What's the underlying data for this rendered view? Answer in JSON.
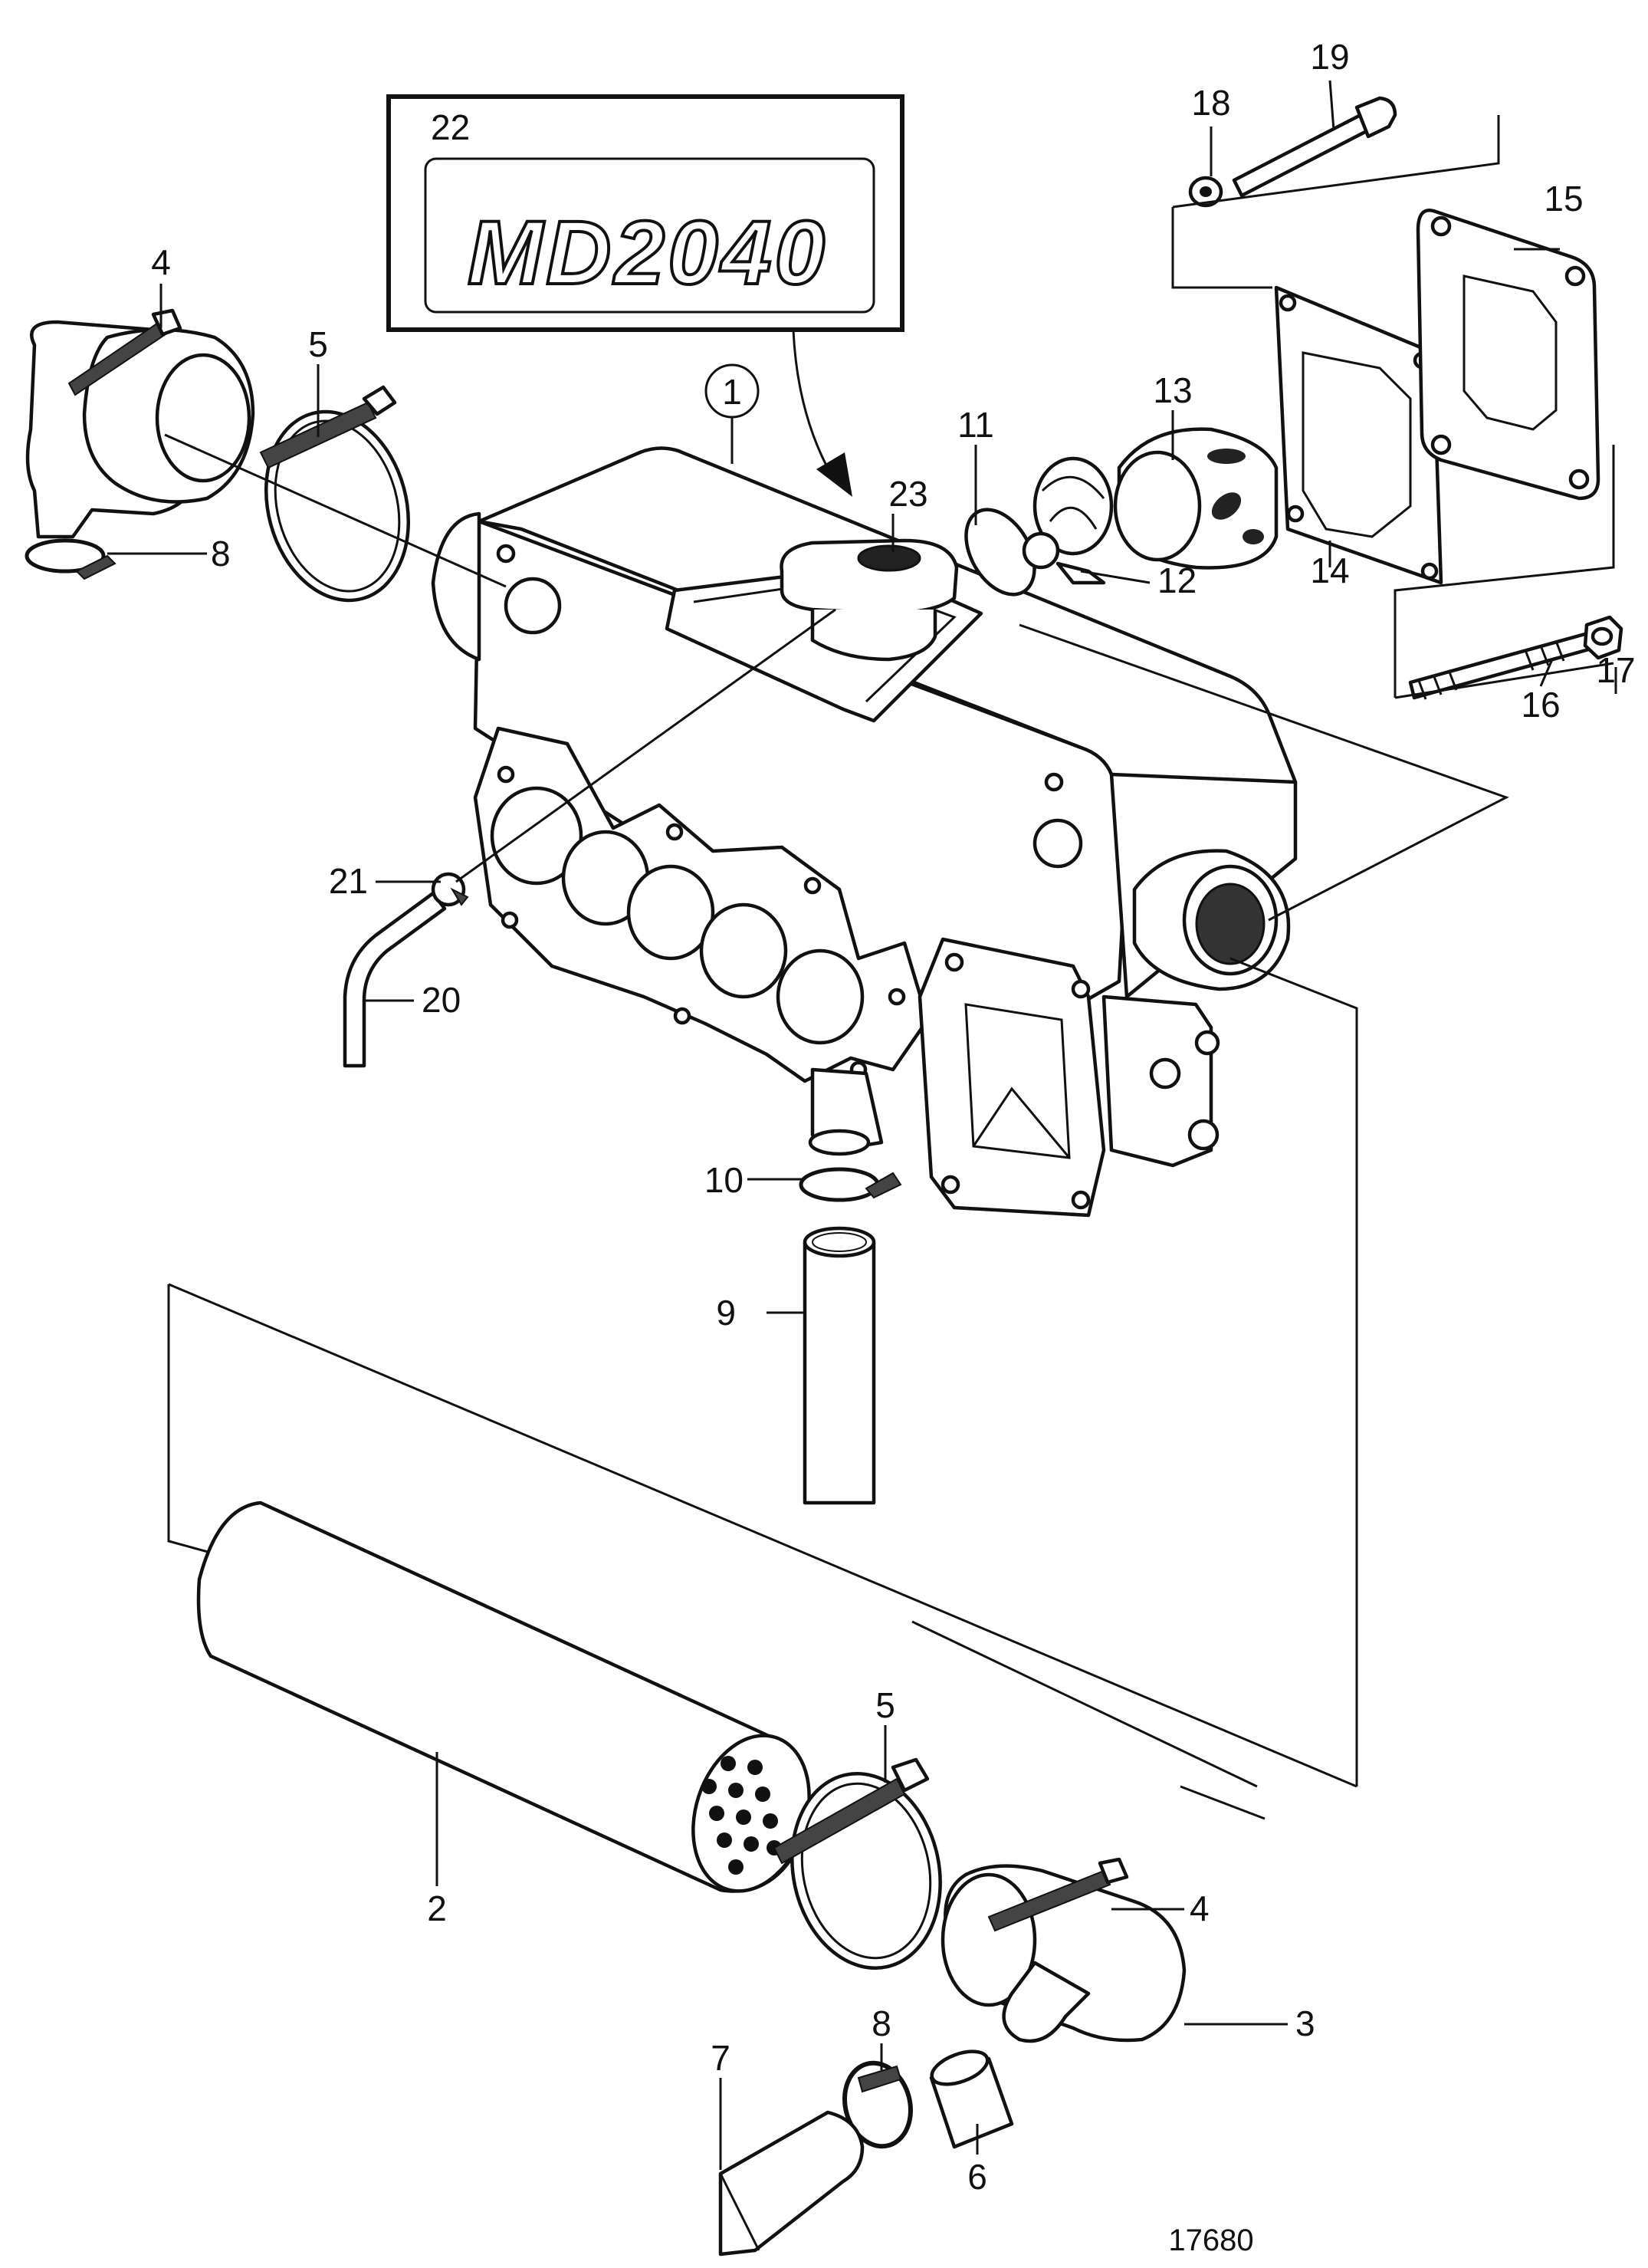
{
  "figure_number": "17680",
  "decal": {
    "callout": "22",
    "text": "MD2040"
  },
  "callouts": [
    {
      "id": "c1",
      "label": "1"
    },
    {
      "id": "c2",
      "label": "2"
    },
    {
      "id": "c3",
      "label": "3"
    },
    {
      "id": "c4a",
      "label": "4"
    },
    {
      "id": "c4b",
      "label": "4"
    },
    {
      "id": "c5a",
      "label": "5"
    },
    {
      "id": "c5b",
      "label": "5"
    },
    {
      "id": "c6",
      "label": "6"
    },
    {
      "id": "c7",
      "label": "7"
    },
    {
      "id": "c8a",
      "label": "8"
    },
    {
      "id": "c8b",
      "label": "8"
    },
    {
      "id": "c9",
      "label": "9"
    },
    {
      "id": "c10",
      "label": "10"
    },
    {
      "id": "c11",
      "label": "11"
    },
    {
      "id": "c12",
      "label": "12"
    },
    {
      "id": "c13",
      "label": "13"
    },
    {
      "id": "c14",
      "label": "14"
    },
    {
      "id": "c15",
      "label": "15"
    },
    {
      "id": "c16",
      "label": "16"
    },
    {
      "id": "c17",
      "label": "17"
    },
    {
      "id": "c18",
      "label": "18"
    },
    {
      "id": "c19",
      "label": "19"
    },
    {
      "id": "c20",
      "label": "20"
    },
    {
      "id": "c21",
      "label": "21"
    },
    {
      "id": "c23",
      "label": "23"
    }
  ]
}
